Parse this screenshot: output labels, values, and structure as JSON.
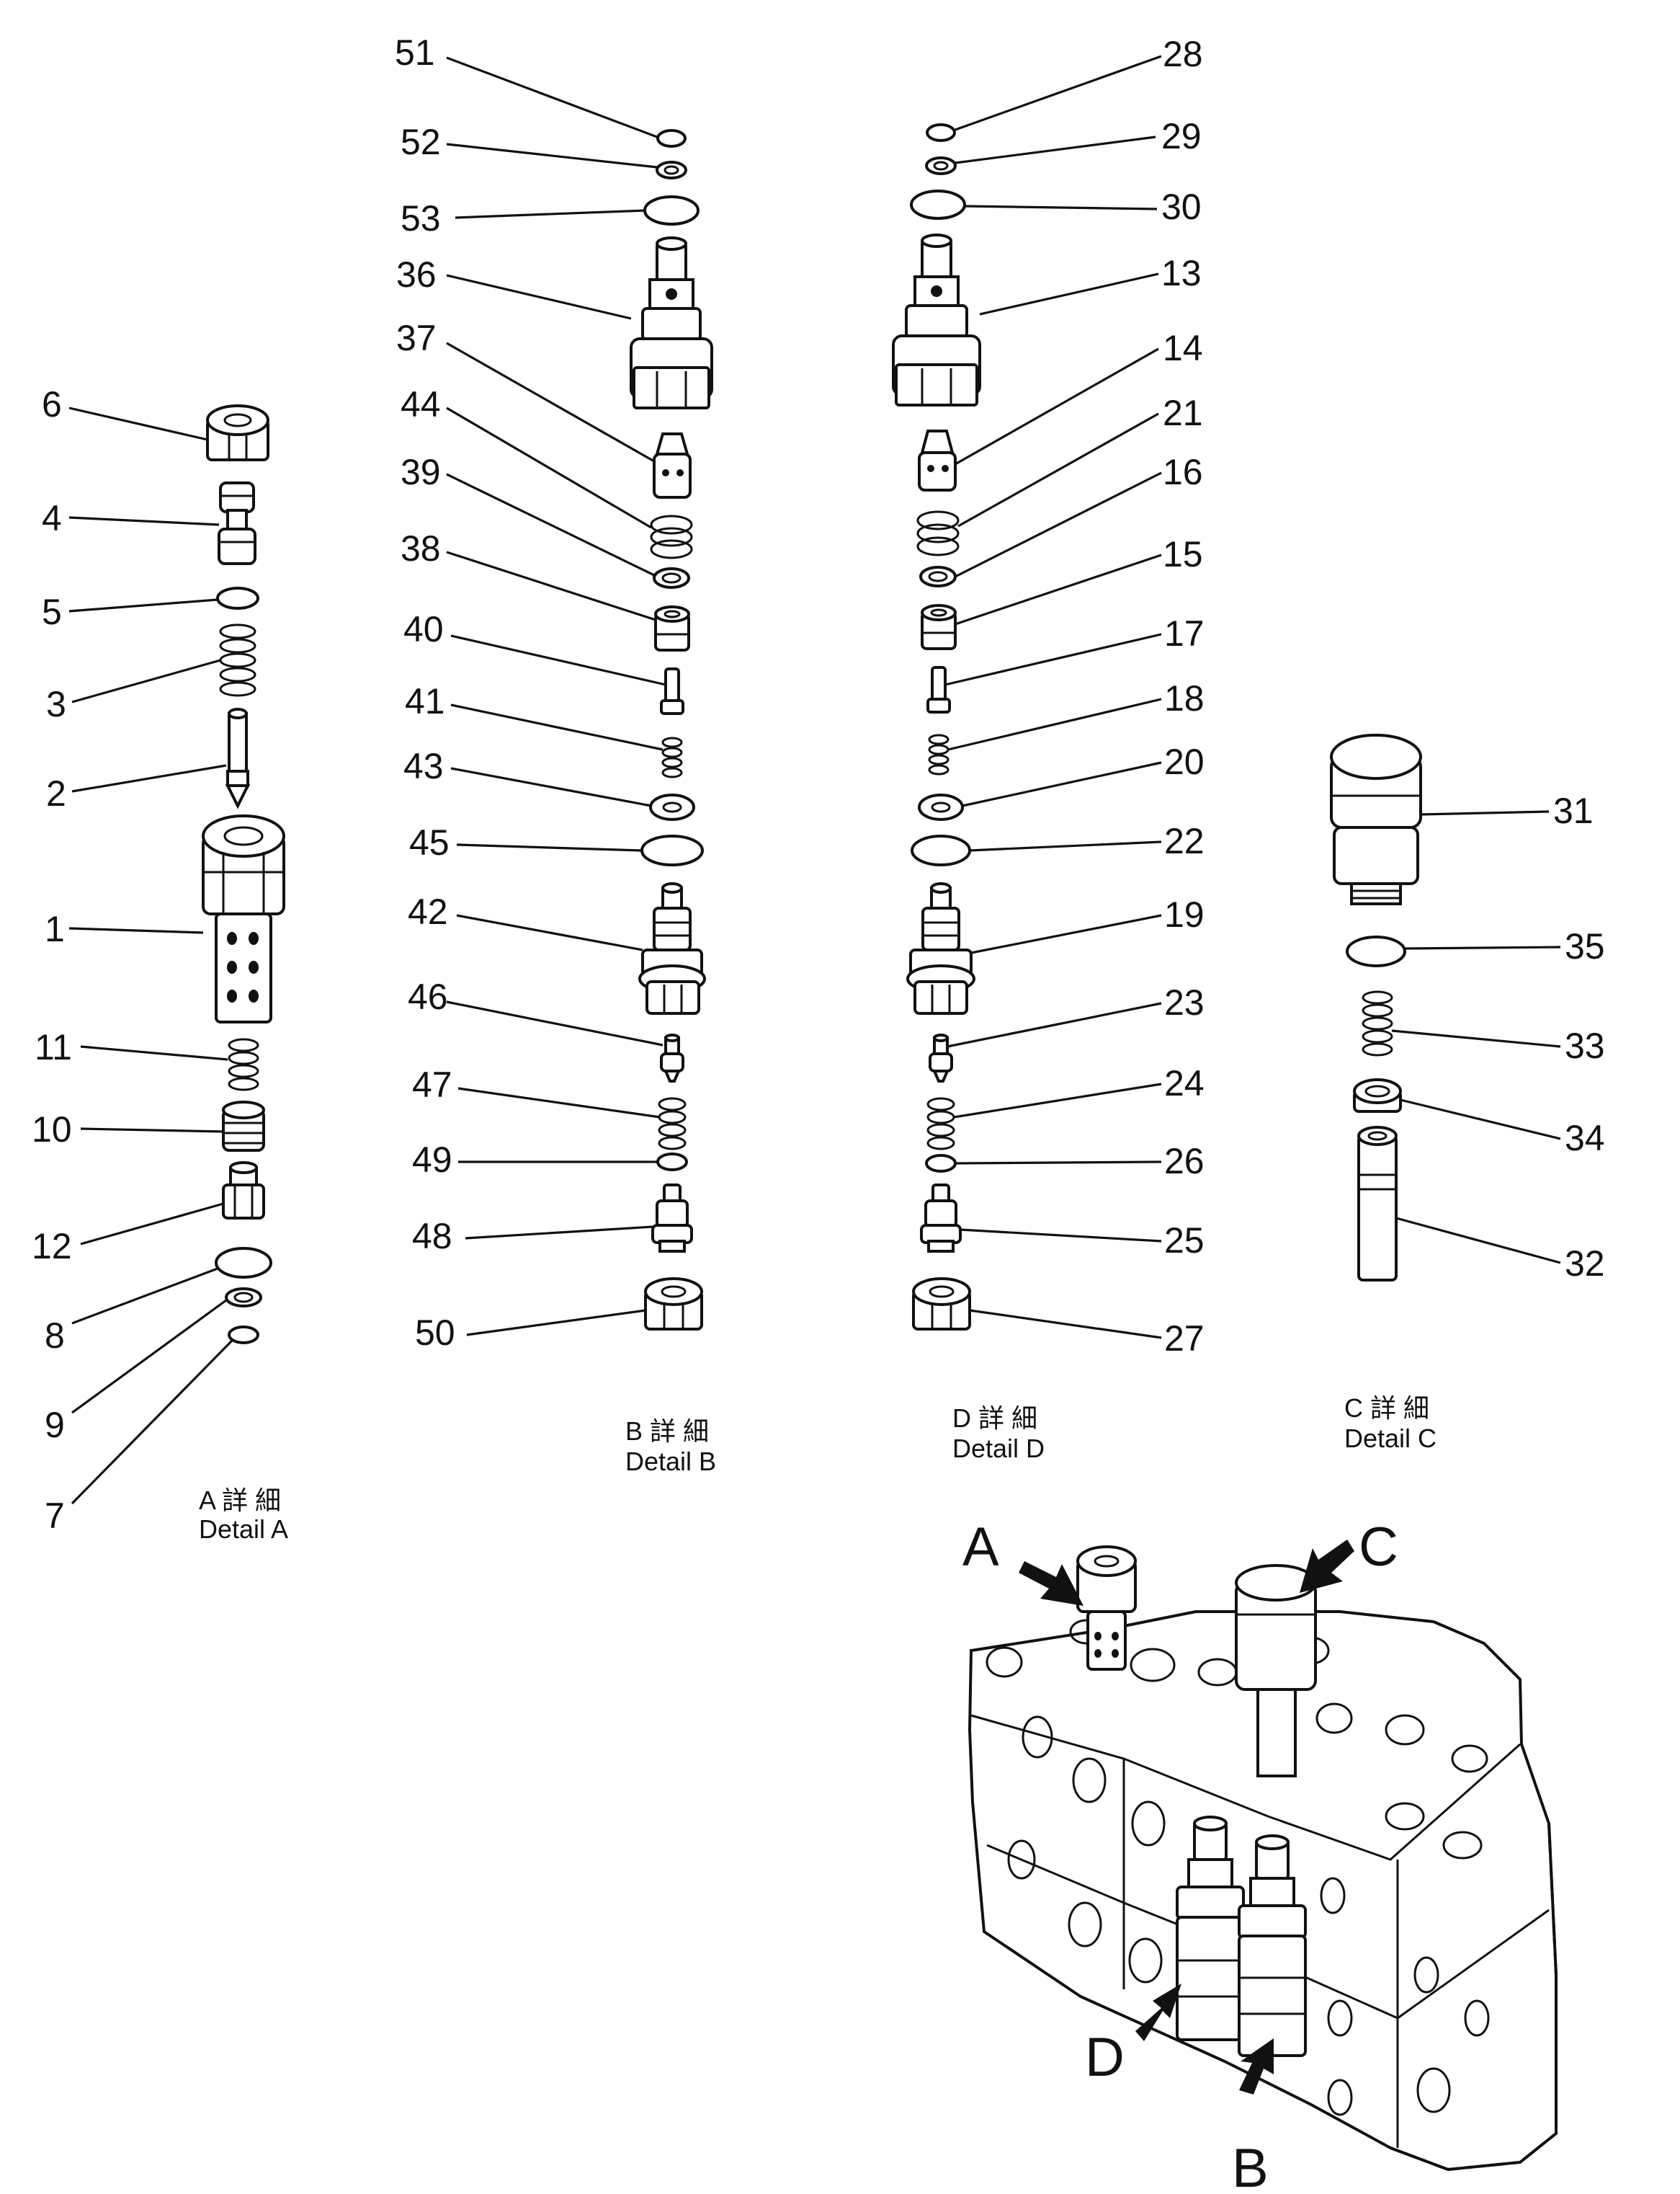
{
  "details": {
    "A": {
      "jp": "A 詳 細",
      "en": "Detail A"
    },
    "B": {
      "jp": "B 詳 細",
      "en": "Detail B"
    },
    "C": {
      "jp": "C 詳 細",
      "en": "Detail C"
    },
    "D": {
      "jp": "D 詳 細",
      "en": "Detail D"
    }
  },
  "assembly_arrows": {
    "A": "A",
    "B": "B",
    "C": "C",
    "D": "D"
  },
  "part_numbers": {
    "p1": "1",
    "p2": "2",
    "p3": "3",
    "p4": "4",
    "p5": "5",
    "p6": "6",
    "p7": "7",
    "p8": "8",
    "p9": "9",
    "p10": "10",
    "p11": "11",
    "p12": "12",
    "p13": "13",
    "p14": "14",
    "p15": "15",
    "p16": "16",
    "p17": "17",
    "p18": "18",
    "p19": "19",
    "p20": "20",
    "p21": "21",
    "p22": "22",
    "p23": "23",
    "p24": "24",
    "p25": "25",
    "p26": "26",
    "p27": "27",
    "p28": "28",
    "p29": "29",
    "p30": "30",
    "p31": "31",
    "p32": "32",
    "p33": "33",
    "p34": "34",
    "p35": "35",
    "p36": "36",
    "p37": "37",
    "p38": "38",
    "p39": "39",
    "p40": "40",
    "p41": "41",
    "p42": "42",
    "p43": "43",
    "p44": "44",
    "p45": "45",
    "p46": "46",
    "p47": "47",
    "p48": "48",
    "p49": "49",
    "p50": "50",
    "p51": "51",
    "p52": "52",
    "p53": "53"
  }
}
